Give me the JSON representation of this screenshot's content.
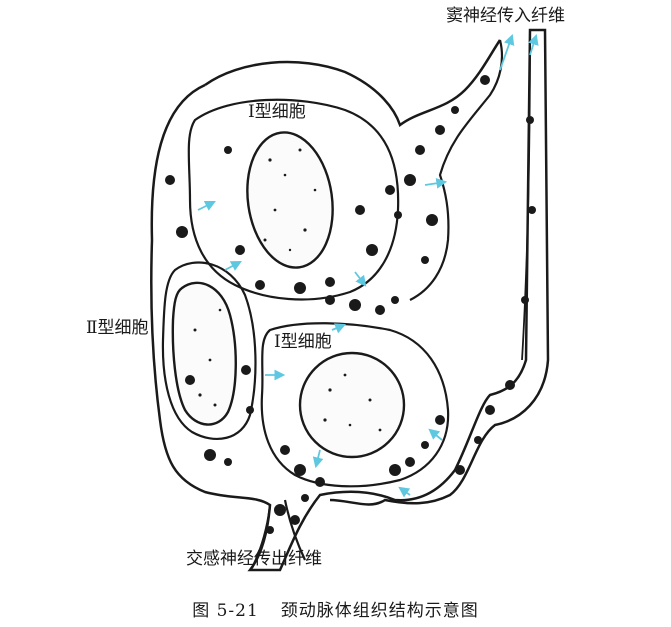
{
  "labels": {
    "afferent_fiber": "窦神经传入纤维",
    "type1_upper": "Ⅰ型细胞",
    "type1_lower": "Ⅰ型细胞",
    "type2": "Ⅱ型细胞",
    "efferent_fiber": "交感神经传出纤维"
  },
  "caption": {
    "number": "图 5-21",
    "title": "颈动脉体组织结构示意图"
  },
  "colors": {
    "ink": "#1a1a1a",
    "arrow": "#5ec8e0",
    "paper": "#ffffff"
  }
}
